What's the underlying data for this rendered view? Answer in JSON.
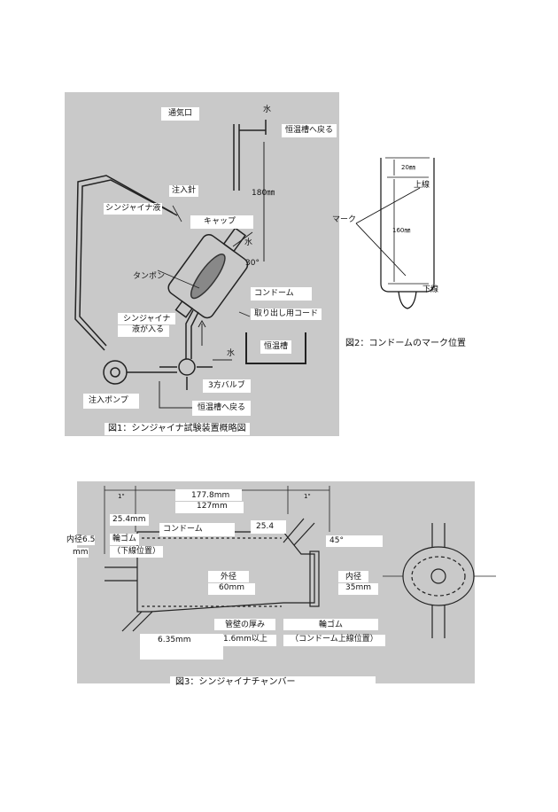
{
  "fig1": {
    "caption": "図1：シンジャイナ試験装置概略図",
    "labels": {
      "vent": "通気口",
      "water_top": "水",
      "return_top": "恒温槽へ戻る",
      "needle": "注入針",
      "fluid": "シンジャイナ液",
      "cap": "キャップ",
      "length": "180㎜",
      "water_mid": "水",
      "angle": "30°",
      "tampon": "タンポン",
      "condom": "コンドーム",
      "cord": "取り出し用コード",
      "fluid_in_1": "シンジャイナ",
      "fluid_in_2": "液が入る",
      "bath": "恒温槽",
      "water_bottom": "水",
      "valve": "3方バルブ",
      "pump": "注入ポンプ",
      "return_bottom": "恒温槽へ戻る"
    }
  },
  "fig2": {
    "caption": "図2：コンドームのマーク位置",
    "labels": {
      "d20": "20㎜",
      "upper": "上線",
      "mark": "マーク",
      "d160": "160㎜",
      "lower": "下線"
    }
  },
  "fig3": {
    "caption": "図3：シンジャイナチャンバー",
    "labels": {
      "inch_left": "1\"",
      "len1": "177.8mm",
      "len2": "127mm",
      "inch_right": "1\"",
      "d254": "25.4mm",
      "inner_left_1": "内径6.5",
      "inner_left_2": "mm",
      "ring_1": "輪ゴム",
      "ring_2": "（下線位置）",
      "condom": "コンドーム",
      "d254b": "25.4",
      "angle45": "45°",
      "outer_1": "外径",
      "outer_2": "60mm",
      "inner_right_1": "内径",
      "inner_right_2": "35mm",
      "d635": "6.35mm",
      "wall_1": "管壁の厚み",
      "wall_2": "1.6mm以上",
      "ring_r_1": "輪ゴム",
      "ring_r_2": "（コンドーム上線位置）"
    }
  },
  "colors": {
    "photo_bg": "#c9c9c9",
    "line": "#111111"
  }
}
